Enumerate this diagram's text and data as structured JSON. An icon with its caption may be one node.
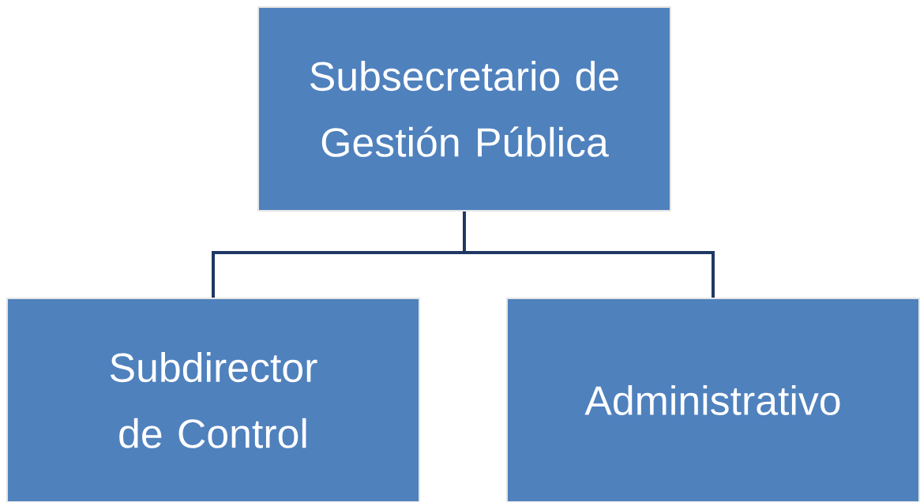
{
  "diagram": {
    "nodes": [
      {
        "text": [
          "Subsecretario de Gestión Pública"
        ]
      },
      {
        "text": [
          "Subdirector de Control"
        ]
      },
      {
        "text": [
          "Administrativo"
        ]
      }
    ],
    "edges": [
      {
        "from": 0,
        "to": 1,
        "arrow": "none"
      },
      {
        "from": 0,
        "to": 2,
        "arrow": "none"
      }
    ]
  }
}
